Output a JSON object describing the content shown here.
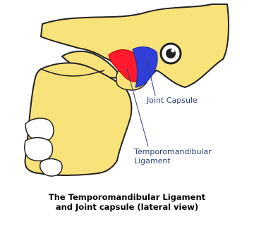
{
  "labels": {
    "joint_capsule": "Joint Capsule",
    "ligament_line1": "Temporomandibular",
    "ligament_line2": "Ligament"
  },
  "caption": {
    "line1": "The Temporomandibular Ligament",
    "line2": "and Joint capsule (lateral view)"
  },
  "colors": {
    "bone": "#f8e27a",
    "outline": "#222222",
    "ligament": "#ff1b2d",
    "capsule": "#2f3fd8",
    "label_text": "#2a3f7a",
    "leader_line": "#2a3f7a"
  }
}
